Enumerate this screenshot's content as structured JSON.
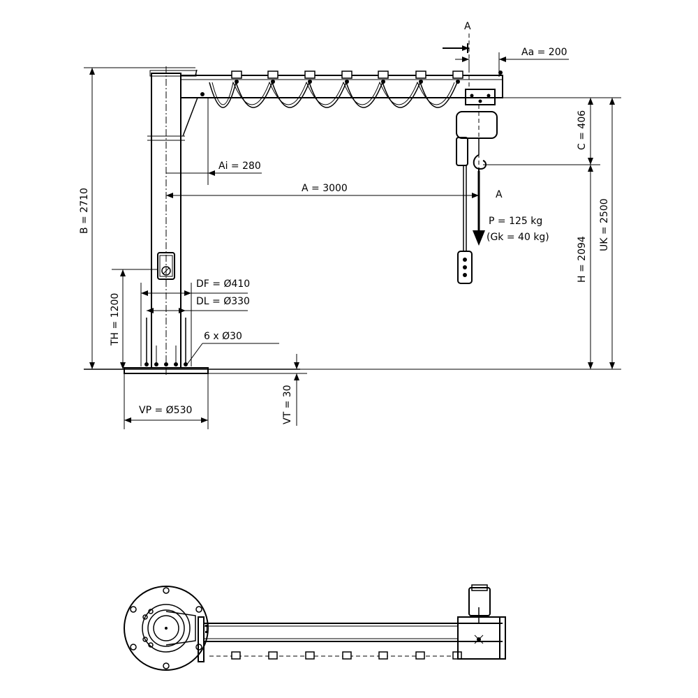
{
  "labels": {
    "section_top": "A",
    "section_bottom": "A",
    "aa": "Aa = 200",
    "ai": "Ai = 280",
    "a": "A = 3000",
    "b": "B = 2710",
    "c": "C = 406",
    "h": "H = 2094",
    "uk": "UK = 2500",
    "p": "P = 125 kg",
    "gk": "(Gk = 40 kg)",
    "df": "DF = Ø410",
    "dl": "DL = Ø330",
    "holes": "6 x Ø30",
    "th": "TH = 1200",
    "vp": "VP = Ø530",
    "vt": "VT = 30"
  }
}
